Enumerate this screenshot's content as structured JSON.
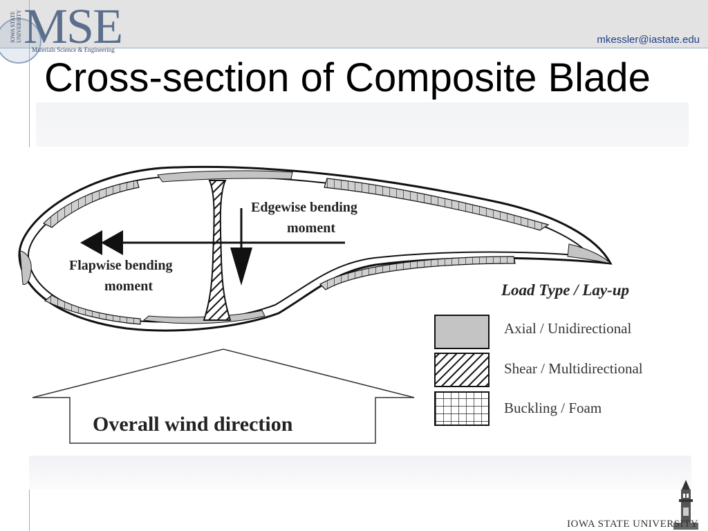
{
  "header": {
    "logo_text": "MSE",
    "logo_subtitle": "Materials Science & Engineering",
    "logo_vertical": "IOWA STATE\nUNIVERSITY",
    "email": "mkessler@iastate.edu"
  },
  "slide": {
    "title": "Cross-section of Composite Blade"
  },
  "diagram": {
    "edgewise_label_line1": "Edgewise bending",
    "edgewise_label_line2": "moment",
    "flapwise_label_line1": "Flapwise bending",
    "flapwise_label_line2": "moment",
    "wind_label": "Overall wind direction",
    "legend_title": "Load Type / Lay-up",
    "legend_items": [
      {
        "label": "Axial / Unidirectional",
        "pattern": "solid-gray"
      },
      {
        "label": "Shear / Multidirectional",
        "pattern": "diagonal-hatch"
      },
      {
        "label": "Buckling / Foam",
        "pattern": "grid"
      }
    ]
  },
  "footer": {
    "university": "IOWA STATE UNIVERSITY"
  },
  "colors": {
    "header_band": "#e3e3e3",
    "logo_blue": "#5b6f8d",
    "email_blue": "#1f3f87",
    "axial_fill": "#c4c4c4"
  }
}
